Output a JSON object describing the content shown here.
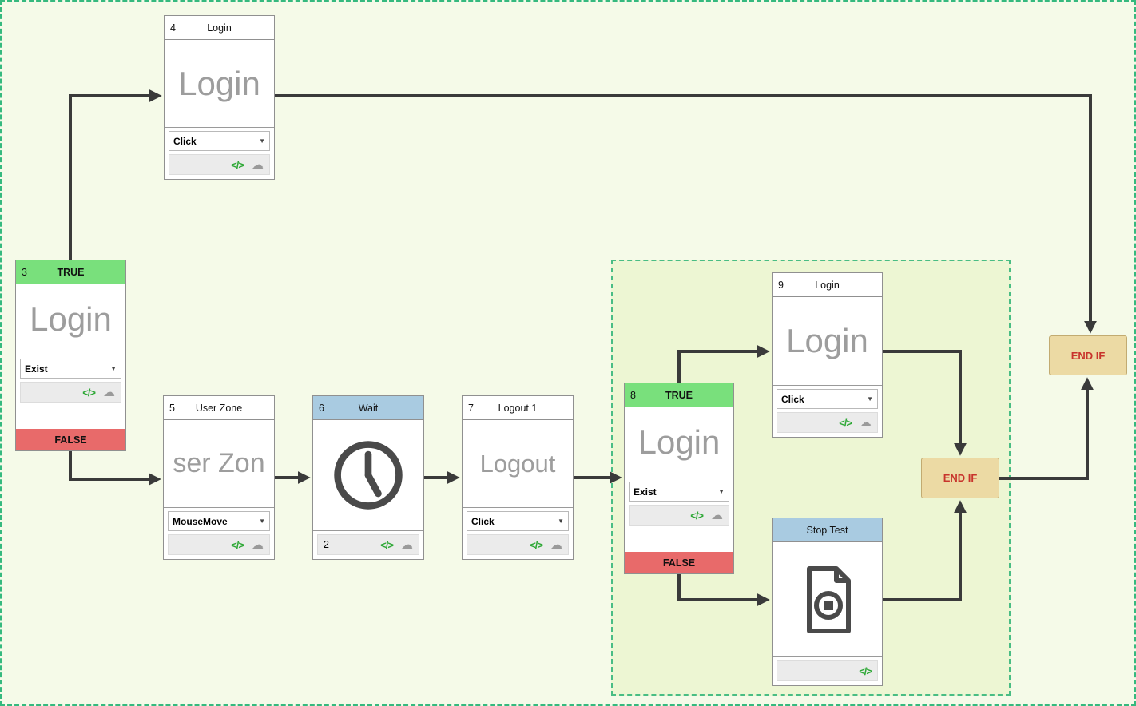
{
  "icons": {
    "code": "</>",
    "cloud": "☁",
    "caret": "▼"
  },
  "colors": {
    "true_header": "#79e07c",
    "false_bar": "#e86a6a",
    "wait_header": "#a9cbe1",
    "endif_bg": "#ecdaa4",
    "endif_text": "#c8342c",
    "canvas_bg": "#f5fae8"
  },
  "nodes": {
    "n3": {
      "number": "3",
      "title": "TRUE",
      "body": "Login",
      "action": "Exist",
      "false_label": "FALSE"
    },
    "n4": {
      "number": "4",
      "title": "Login",
      "body": "Login",
      "action": "Click"
    },
    "n5": {
      "number": "5",
      "title": "User Zone",
      "body": "ser Zon",
      "action": "MouseMove"
    },
    "n6": {
      "number": "6",
      "title": "Wait",
      "value": "2"
    },
    "n7": {
      "number": "7",
      "title": "Logout 1",
      "body": "Logout",
      "action": "Click"
    },
    "n8": {
      "number": "8",
      "title": "TRUE",
      "body": "Login",
      "action": "Exist",
      "false_label": "FALSE"
    },
    "n9": {
      "number": "9",
      "title": "Login",
      "body": "Login",
      "action": "Click"
    },
    "stop": {
      "title": "Stop Test"
    },
    "endif_inner": {
      "label": "END IF"
    },
    "endif_outer": {
      "label": "END IF"
    }
  }
}
